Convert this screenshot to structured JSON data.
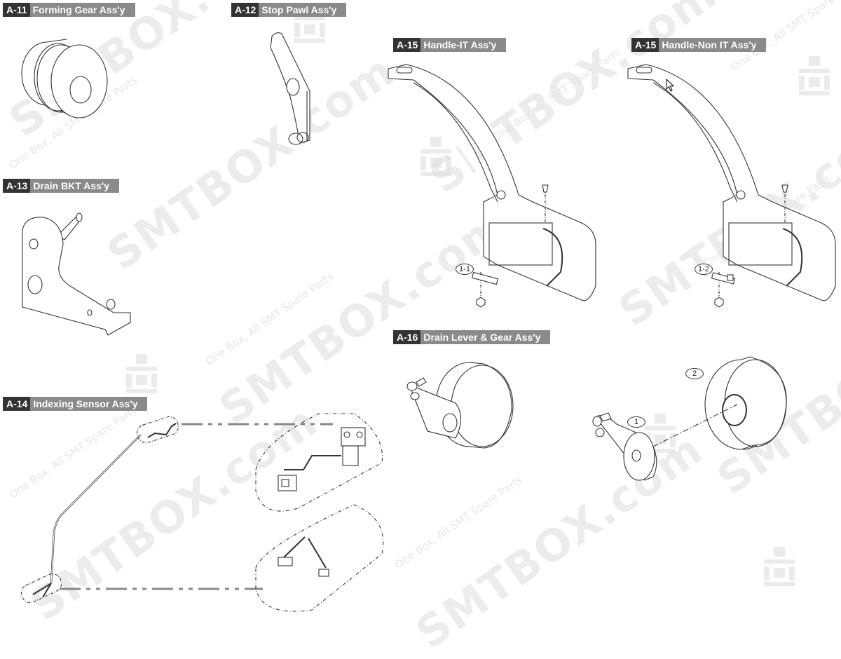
{
  "sections": [
    {
      "code": "A-11",
      "name": "Forming Gear Ass'y"
    },
    {
      "code": "A-12",
      "name": "Stop Pawl Ass'y"
    },
    {
      "code": "A-13",
      "name": "Drain BKT Ass'y"
    },
    {
      "code": "A-14",
      "name": "Indexing Sensor Ass'y"
    },
    {
      "code": "A-15",
      "name": "Handle-IT Ass'y"
    },
    {
      "code": "A-15",
      "name": "Handle-Non IT Ass'y"
    },
    {
      "code": "A-16",
      "name": "Drain Lever & Gear Ass'y"
    }
  ],
  "callouts": {
    "handle_it_part": "1-1",
    "handle_non_it_part": "1-2",
    "drain_lever_part": "1",
    "drain_gear_part": "2"
  },
  "watermark": {
    "brand": "SMTBOX.com",
    "tagline": "One Box, All SMT Spare Parts"
  },
  "colors": {
    "label_code_bg": "#333333",
    "label_name_bg": "#8a8a8a",
    "line_art": "#333333",
    "watermark": "#ececec"
  }
}
